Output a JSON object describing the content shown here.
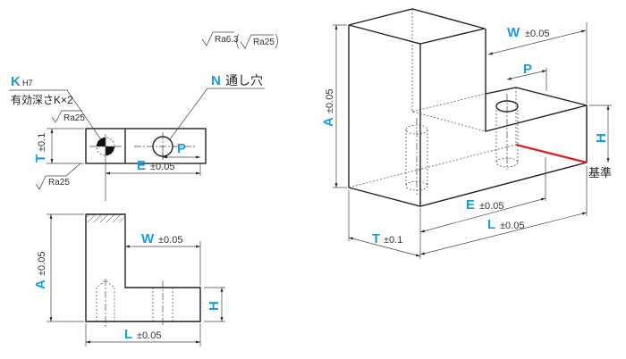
{
  "surface_finish": {
    "main": "Ra6.3",
    "other": "Ra25",
    "face_top": "Ra25",
    "face_bottom": "Ra25"
  },
  "top_view": {
    "k_label": "K",
    "k_sub": "H7",
    "k_note": "有効深さK×2",
    "n_label": "N",
    "n_note": "通し穴",
    "t_label": "T",
    "t_tol": "±0.1",
    "e_label": "E",
    "e_tol": "±0.05",
    "p_label": "P"
  },
  "front_view": {
    "a_label": "A",
    "a_tol": "±0.05",
    "w_label": "W",
    "w_tol": "±0.05",
    "h_label": "H",
    "l_label": "L",
    "l_tol": "±0.05"
  },
  "iso_view": {
    "a_label": "A",
    "a_tol": "±0.05",
    "w_label": "W",
    "w_tol": "±0.05",
    "p_label": "P",
    "h_label": "H",
    "e_label": "E",
    "e_tol": "±0.05",
    "l_label": "L",
    "l_tol": "±0.05",
    "t_label": "T",
    "t_tol": "±0.1",
    "datum_label": "基準"
  },
  "colors": {
    "dimension": "#1a9be0",
    "datum": "#e02020",
    "top_face": "#9a9a9a",
    "body": "#e8e8e8"
  }
}
